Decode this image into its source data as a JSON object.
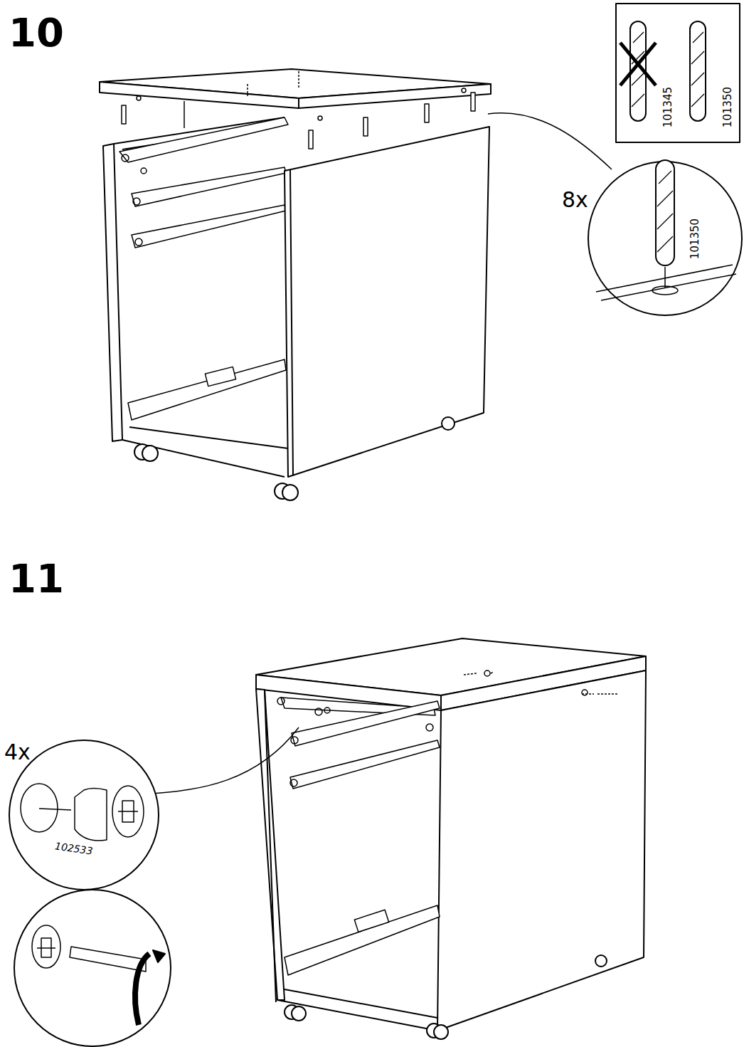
{
  "diagram": {
    "labels": [
      "10",
      "101345",
      "101350",
      "8x",
      "101350",
      "11",
      "4x",
      "102533"
    ]
  }
}
